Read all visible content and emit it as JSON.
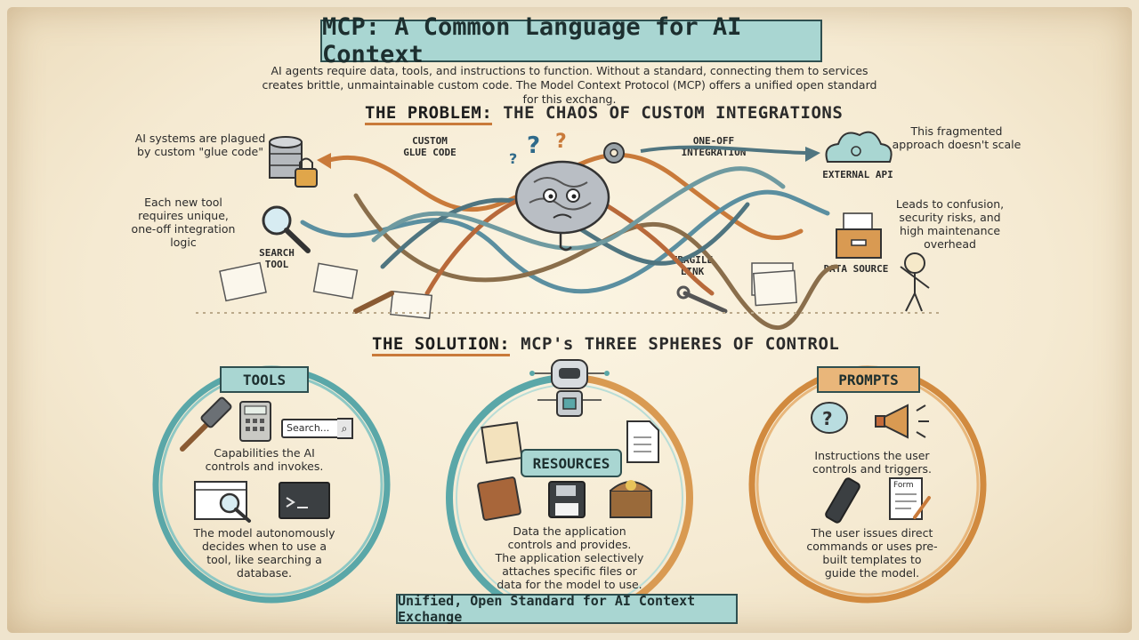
{
  "title": "MCP: A Common Language for AI Context",
  "intro": "AI agents require data, tools, and instructions to function. Without a standard, connecting them to services creates brittle, unmaintainable custom code. The Model Context Protocol (MCP) offers a unified open standard for this exchang.",
  "problem": {
    "heading_lead": "THE PROBLEM:",
    "heading_rest": " THE CHAOS OF CUSTOM INTEGRATIONS",
    "notes": {
      "glue": "AI systems are plagued by custom \"glue code\"",
      "unique": "Each new tool requires unique, one-off integration logic",
      "scale": "This fragmented approach doesn't scale",
      "confusion": "Leads to confusion, security risks, and high maintenance overhead"
    },
    "labels": {
      "custom_glue": "CUSTOM GLUE CODE",
      "one_off": "ONE-OFF INTEGRATION",
      "search_tool": "SEARCH TOOL",
      "external_api": "EXTERNAL API",
      "fragile_link": "FRAGILE LINK",
      "data_source": "DATA SOURCE"
    }
  },
  "solution": {
    "heading_lead": "THE SOLUTION:",
    "heading_rest": " MCP's THREE SPHERES OF CONTROL",
    "tools": {
      "label": "TOOLS",
      "search_placeholder": "Search...",
      "caption": "Capabilities the AI controls and invokes.",
      "detail": "The model autonomously decides when to use a tool, like searching a database."
    },
    "resources": {
      "label": "RESOURCES",
      "caption": "Data the application controls and provides.",
      "detail": "The application selectively attaches specific files or data for the model to use."
    },
    "prompts": {
      "label": "PROMPTS",
      "form_label": "Form",
      "caption": "Instructions the user controls and triggers.",
      "detail": "The user issues direct commands or uses pre-built templates to guide the model."
    }
  },
  "footer": "Unified, Open Standard for AI Context Exchange",
  "colors": {
    "teal": "#a9d6d2",
    "teal_dark": "#2f4f4f",
    "orange": "#c97a3a",
    "parchment": "#f5ead2"
  }
}
